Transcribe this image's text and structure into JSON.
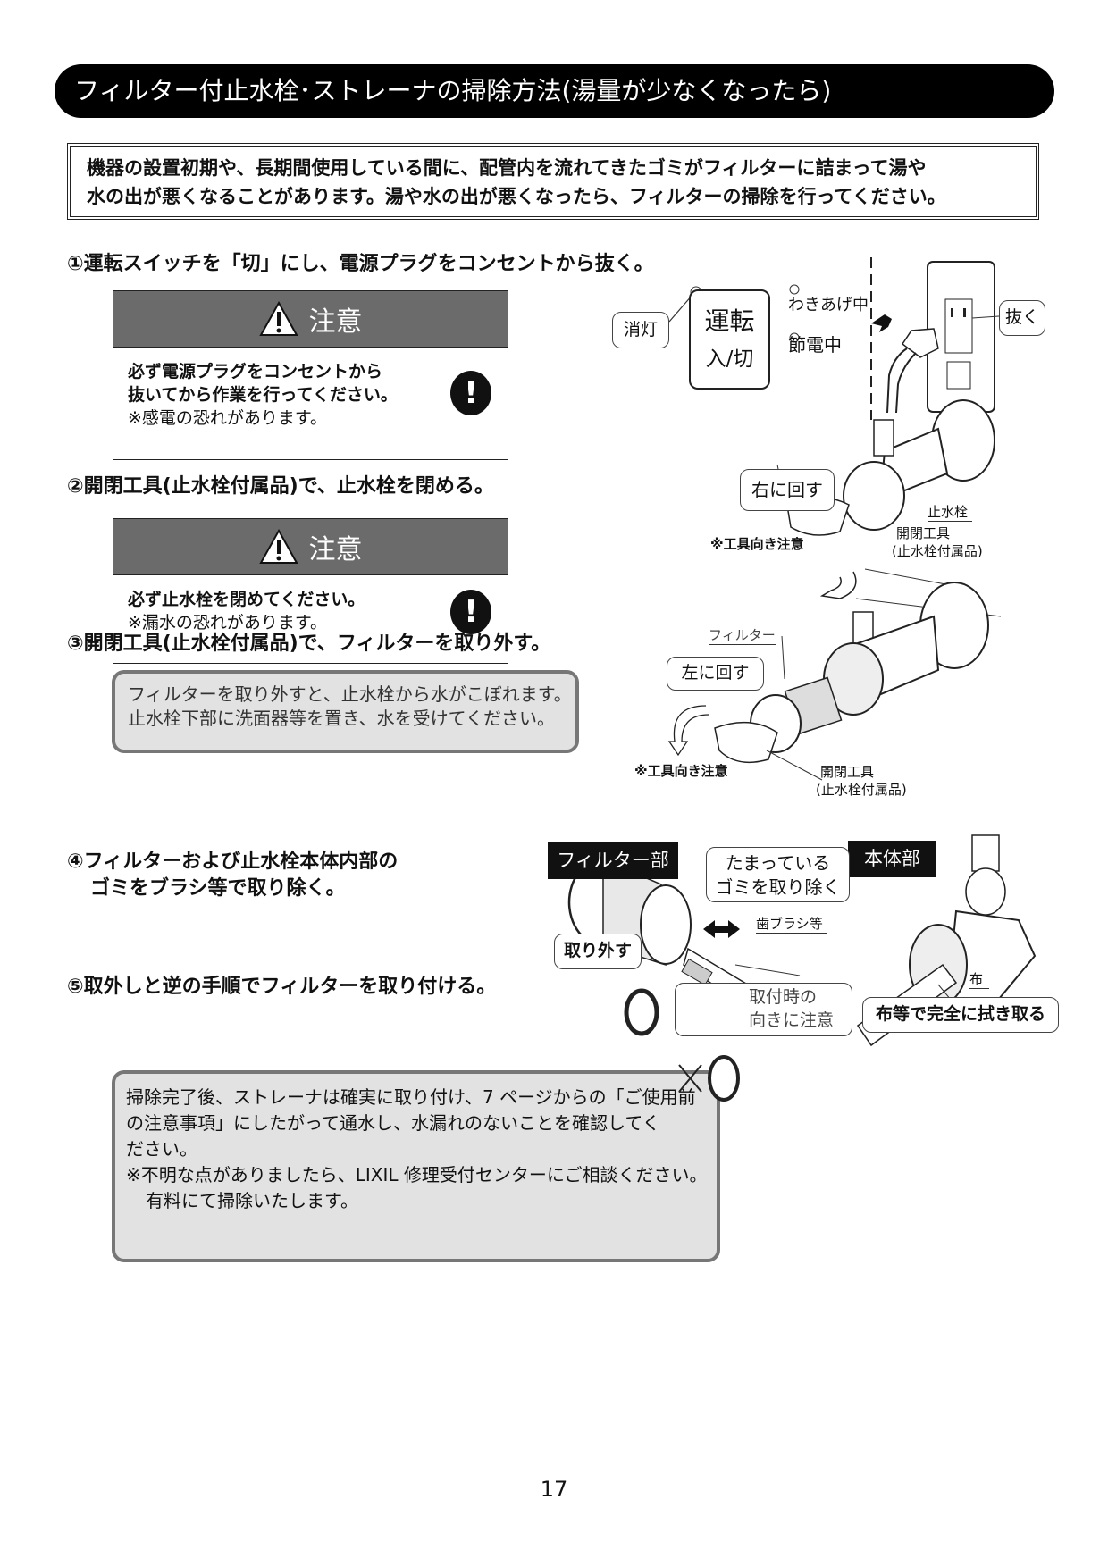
{
  "title": "フィルター付止水栓･ストレーナの掃除方法(湯量が少なくなったら)",
  "intro": {
    "lines": [
      "機器の設置初期や、長期間使用している間に、配管内を流れてきたゴミがフィルターに詰まって湯や",
      "水の出が悪くなることがあります。湯や水の出が悪くなったら、フィルターの掃除を行ってください。"
    ]
  },
  "steps": [
    {
      "label": "①運転スイッチを「切」にし、電源プラグをコンセントから抜く。"
    },
    {
      "label": "②開閉工具(止水栓付属品)で、止水栓を閉める。"
    },
    {
      "label": "③開閉工具(止水栓付属品)で、フィルターを取り外す。"
    },
    {
      "label_lines": [
        "④フィルターおよび止水栓本体内部の",
        "ゴミをブラシ等で取り除く。"
      ]
    },
    {
      "label": "⑤取外しと逆の手順でフィルターを取り付ける。"
    }
  ],
  "cautions": [
    {
      "heading": "注意",
      "bold_lines": [
        "必ず電源プラグをコンセントから",
        "抜いてから作業を行ってください。"
      ],
      "note": "※感電の恐れがあります。"
    },
    {
      "heading": "注意",
      "bold_lines": [
        "必ず止水栓を閉めてください。"
      ],
      "note": "※漏水の恐れがあります。"
    }
  ],
  "step3_note": [
    "フィルターを取り外すと、止水栓から水がこぼれます。",
    "止水栓下部に洗面器等を置き、水を受けてください。"
  ],
  "figure1": {
    "lamp_off": "消灯",
    "switch_line1": "運転",
    "switch_line2": "入/切",
    "indicator1": "わきあげ中",
    "indicator2": "節電中",
    "unplug": "抜く"
  },
  "figure2": {
    "turn": "右に回す",
    "valve": "止水栓",
    "tool": "開閉工具",
    "tool_sub": "(止水栓付属品)",
    "tool_note": "※工具向き注意"
  },
  "figure3": {
    "filter": "フィルター",
    "turn": "左に回す",
    "tool": "開閉工具",
    "tool_sub": "(止水栓付属品)",
    "tool_note": "※工具向き注意"
  },
  "figure4": {
    "filter_part": "フィルター部",
    "body_part": "本体部",
    "remove_dust": [
      "たまっている",
      "ゴミを取り除く"
    ],
    "toothbrush": "歯ブラシ等",
    "remove": "取り外す",
    "orientation": [
      "取付時の",
      "向きに注意"
    ],
    "cloth": "布",
    "wipe": "布等で完全に拭き取る"
  },
  "footer_note": [
    "掃除完了後、ストレーナは確実に取り付け、7 ページからの「ご使用前",
    "の注意事項」にしたがって通水し、水漏れのないことを確認してく",
    "ださい。",
    "※不明な点がありましたら、LIXIL 修理受付センターにご相談ください。",
    "有料にて掃除いたします。"
  ],
  "page_number": "17"
}
